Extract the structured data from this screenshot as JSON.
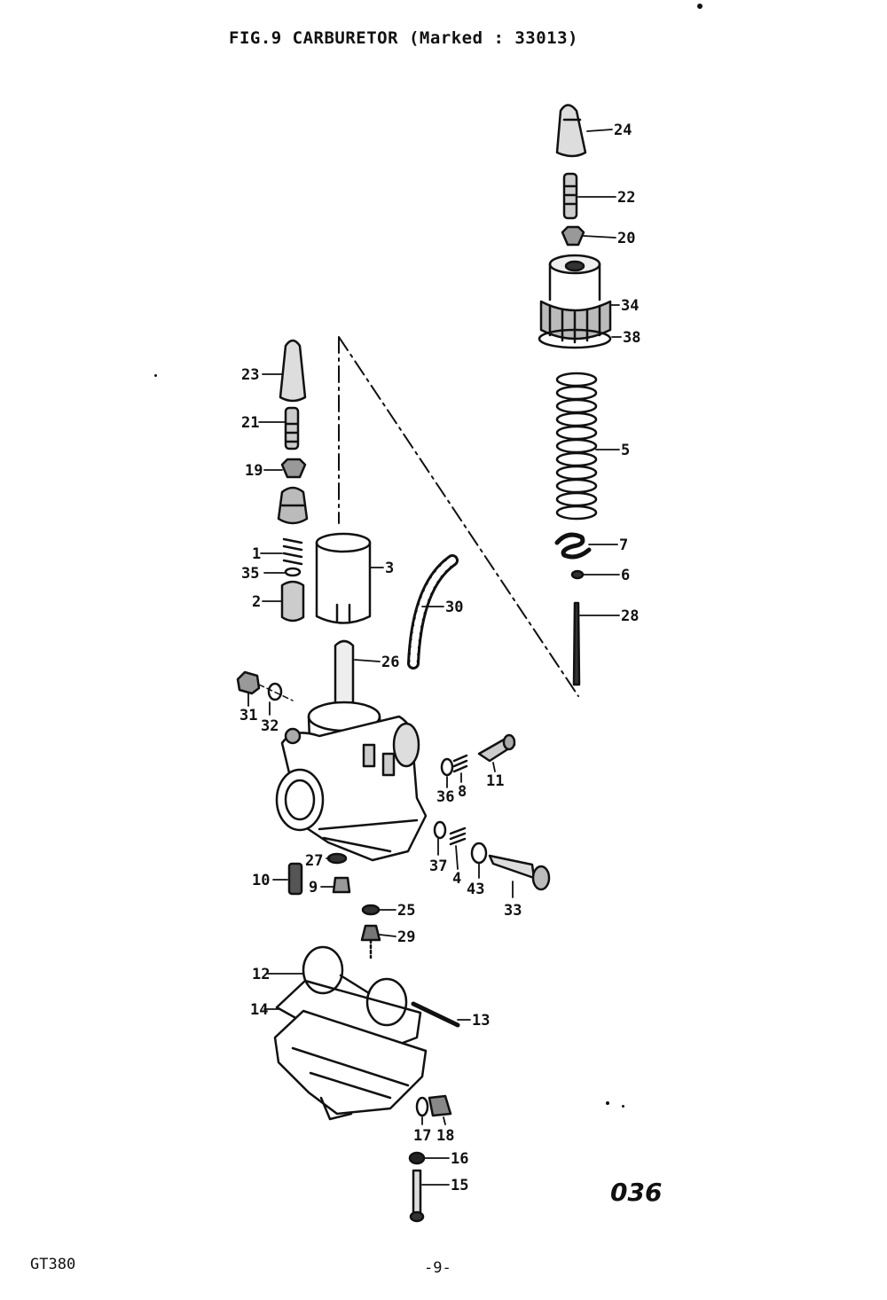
{
  "header": {
    "title": "FIG.9  CARBURETOR (Marked : 33013)"
  },
  "footer": {
    "model": "GT380",
    "page": "-9-",
    "ref_code": "036"
  },
  "parts": [
    {
      "id": "p24",
      "label": "24"
    },
    {
      "id": "p22",
      "label": "22"
    },
    {
      "id": "p20",
      "label": "20"
    },
    {
      "id": "p34",
      "label": "34"
    },
    {
      "id": "p38",
      "label": "38"
    },
    {
      "id": "p5",
      "label": "5"
    },
    {
      "id": "p7",
      "label": "7"
    },
    {
      "id": "p6",
      "label": "6"
    },
    {
      "id": "p28",
      "label": "28"
    },
    {
      "id": "p23",
      "label": "23"
    },
    {
      "id": "p21",
      "label": "21"
    },
    {
      "id": "p19",
      "label": "19"
    },
    {
      "id": "p1",
      "label": "1"
    },
    {
      "id": "p35",
      "label": "35"
    },
    {
      "id": "p2a",
      "label": "2"
    },
    {
      "id": "p3",
      "label": "3"
    },
    {
      "id": "p30",
      "label": "30"
    },
    {
      "id": "p26",
      "label": "26"
    },
    {
      "id": "p31",
      "label": "31"
    },
    {
      "id": "p32",
      "label": "32"
    },
    {
      "id": "p36",
      "label": "36"
    },
    {
      "id": "p8",
      "label": "8"
    },
    {
      "id": "p11",
      "label": "11"
    },
    {
      "id": "p37",
      "label": "37"
    },
    {
      "id": "p4a",
      "label": "4"
    },
    {
      "id": "p43",
      "label": "43"
    },
    {
      "id": "p33",
      "label": "33"
    },
    {
      "id": "p27",
      "label": "27"
    },
    {
      "id": "p10",
      "label": "10"
    },
    {
      "id": "p9",
      "label": "9"
    },
    {
      "id": "p25",
      "label": "25"
    },
    {
      "id": "p29",
      "label": "29"
    },
    {
      "id": "p12",
      "label": "12"
    },
    {
      "id": "p14",
      "label": "14"
    },
    {
      "id": "p13",
      "label": "13"
    },
    {
      "id": "p17",
      "label": "17"
    },
    {
      "id": "p18",
      "label": "18"
    },
    {
      "id": "p16",
      "label": "16"
    },
    {
      "id": "p15",
      "label": "15"
    }
  ]
}
